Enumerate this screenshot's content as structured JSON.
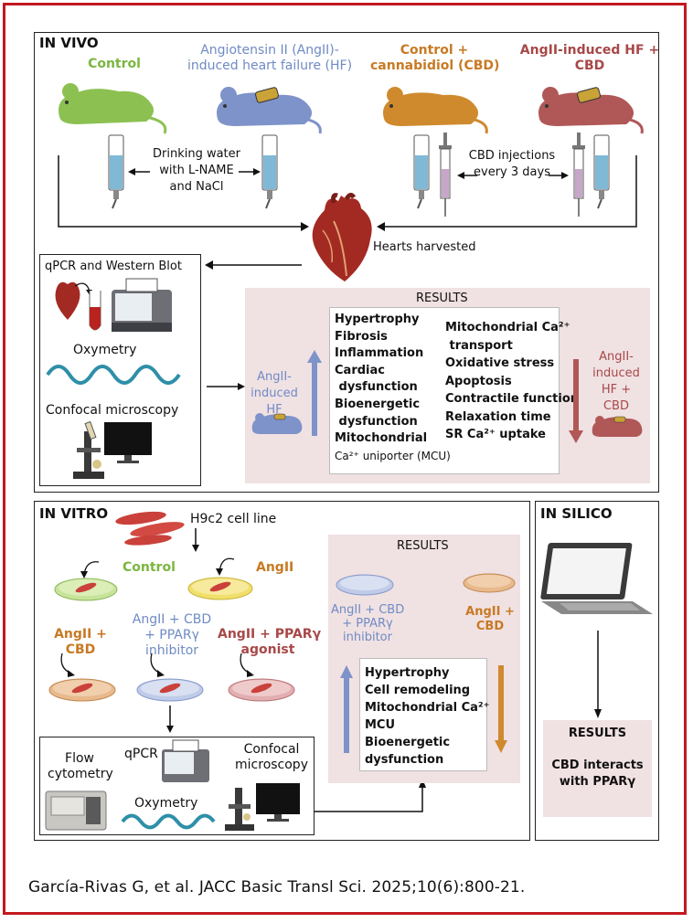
{
  "invivo": {
    "heading": "IN VIVO",
    "groups": {
      "control": "Control",
      "angii_hf": [
        "Angiotensin II (AngII)-",
        "induced heart failure (HF)"
      ],
      "control_cbd": [
        "Control +",
        "cannabidiol (CBD)"
      ],
      "angii_cbd": [
        "AngII-induced HF +",
        "CBD"
      ]
    },
    "water_label": [
      "Drinking water",
      "with L-NAME",
      "and NaCl"
    ],
    "cbd_label": [
      "CBD injections",
      "every 3 days"
    ],
    "hearts_harvested": "Hearts harvested",
    "methods": {
      "qpcr_wb": "qPCR and Western Blot",
      "oxymetry": "Oxymetry",
      "confocal": "Confocal microscopy"
    },
    "results": {
      "title": "RESULTS",
      "up_label": [
        "AngII-",
        "induced",
        "HF"
      ],
      "down_label": [
        "AngII-",
        "induced",
        "HF +",
        "CBD"
      ],
      "col1": [
        "Hypertrophy",
        "Fibrosis",
        "Inflammation",
        "Cardiac",
        " dysfunction",
        "Bioenergetic",
        " dysfunction",
        "Mitochondrial",
        "Ca²⁺ uniporter (MCU)"
      ],
      "col2": [
        "Mitochondrial Ca²⁺",
        " transport",
        "Oxidative stress",
        "Apoptosis",
        "Contractile function",
        "Relaxation time",
        "SR Ca²⁺ uptake"
      ]
    }
  },
  "invitro": {
    "heading": "IN VITRO",
    "cell_line": "H9c2 cell line",
    "dishes": {
      "control": "Control",
      "angii": "AngII",
      "angii_cbd": [
        "AngII +",
        "CBD"
      ],
      "angii_cbd_ppar_inh": [
        "AngII + CBD",
        "+ PPARγ",
        "inhibitor"
      ],
      "angii_ppar_ag": [
        "AngII + PPARγ",
        "agonist"
      ]
    },
    "methods": {
      "flow": [
        "Flow",
        "cytometry"
      ],
      "qpcr": "qPCR",
      "oxymetry": "Oxymetry",
      "confocal": [
        "Confocal",
        "microscopy"
      ]
    },
    "results": {
      "title": "RESULTS",
      "left_label": [
        "AngII + CBD",
        "+ PPARγ",
        "inhibitor"
      ],
      "right_label": [
        "AngII +",
        "CBD"
      ],
      "items": [
        "Hypertrophy",
        "Cell remodeling",
        "Mitochondrial Ca²⁺",
        "MCU",
        "Bioenergetic",
        "dysfunction"
      ]
    }
  },
  "insilico": {
    "heading": "IN SILICO",
    "results_title": "RESULTS",
    "results_text": [
      "CBD interacts",
      "with PPARγ"
    ]
  },
  "citation": "García-Rivas G, et al. JACC Basic Transl Sci. 2025;10(6):800-21.",
  "colors": {
    "frame": "#c2191f",
    "control_green": "#8cc152",
    "angii_blue": "#7e93c9",
    "cbd_orange": "#cf8a2e",
    "angii_cbd_red": "#b05757",
    "results_bg": "#f0e1e3",
    "wave_teal": "#2e8fa8"
  }
}
